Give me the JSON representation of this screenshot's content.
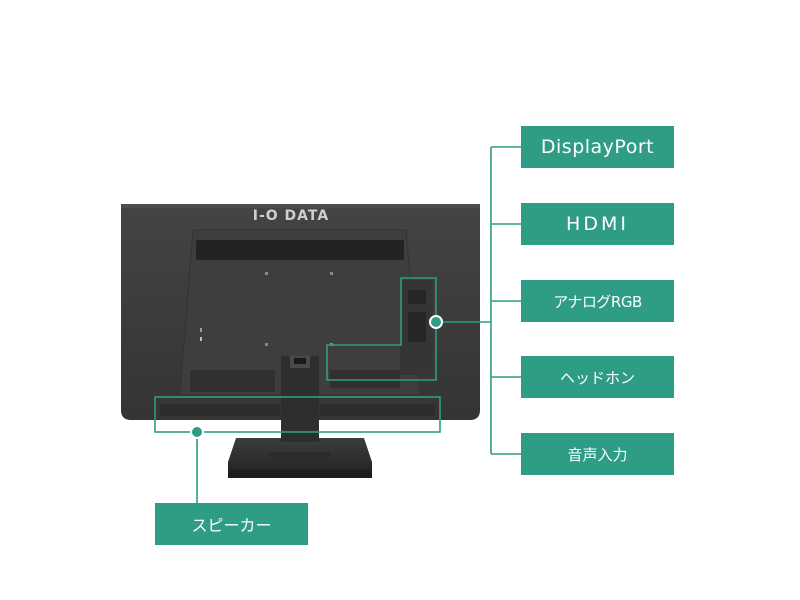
{
  "brand": "I-O DATA",
  "labels": {
    "displayport": "DisplayPort",
    "hdmi": "HDMI",
    "analog_rgb": "アナログRGB",
    "headphone": "ヘッドホン",
    "audio_in": "音声入力",
    "speaker": "スピーカー"
  },
  "colors": {
    "accent": "#2f9c85",
    "monitor_body": "#3b3b3b",
    "background": "#ffffff"
  }
}
